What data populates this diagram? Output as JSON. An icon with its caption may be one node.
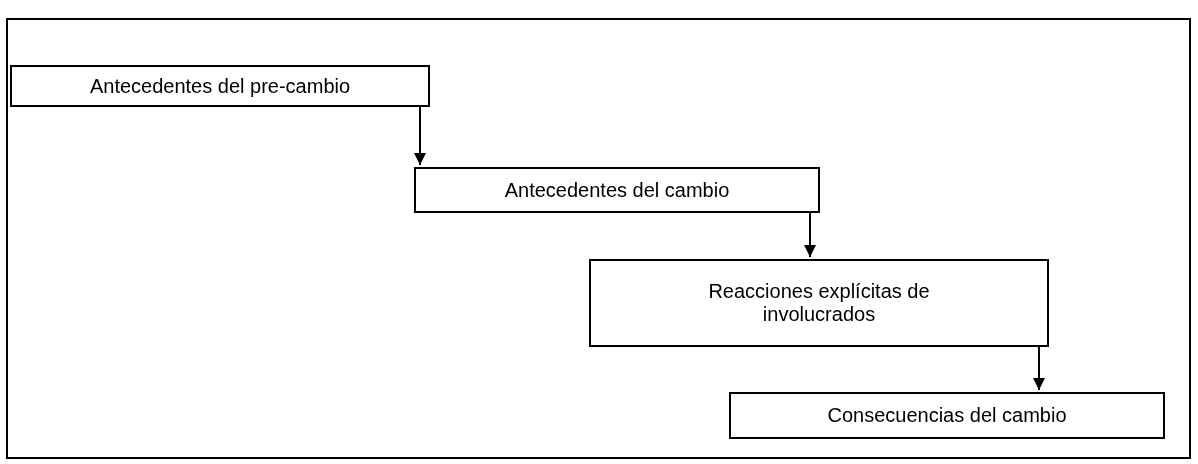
{
  "diagram": {
    "nodes": [
      {
        "text": [],
        "shape": "box"
      },
      {
        "text": [
          "Antecedentes del pre-cambio"
        ],
        "in": 0
      },
      {
        "text": [
          "Antecedentes del cambio"
        ],
        "in": 0
      },
      {
        "text": [
          "Reacciones explícitas de involucrados"
        ],
        "in": 0
      },
      {
        "text": [
          "Consecuencias del cambio"
        ],
        "in": 0
      }
    ],
    "edges": [
      {
        "from": 1,
        "to": 2,
        "arrow": "to"
      },
      {
        "from": 2,
        "to": 3,
        "arrow": "to"
      },
      {
        "from": 3,
        "to": 4,
        "arrow": "to"
      }
    ]
  }
}
